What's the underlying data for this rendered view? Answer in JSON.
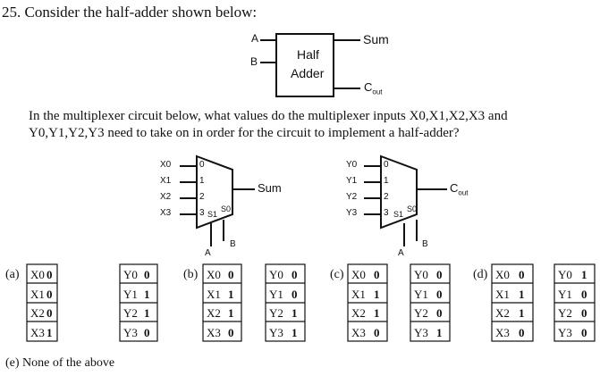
{
  "question": {
    "number": "25.",
    "title": "Consider the half-adder shown below:",
    "body_line1": "In the multiplexer circuit below, what values do the multiplexer inputs X0,X1,X2,X3 and",
    "body_line2": "Y0,Y1,Y2,Y3 need to take on in order for the circuit to implement a half-adder?"
  },
  "half_adder": {
    "label_line1": "Half",
    "label_line2": "Adder",
    "input_a": "A",
    "input_b": "B",
    "output_sum": "Sum",
    "output_cout": "C",
    "output_cout_sub": "out"
  },
  "mux_x": {
    "inputs": [
      "X0",
      "X1",
      "X2",
      "X3"
    ],
    "numbers": [
      "0",
      "1",
      "2",
      "3"
    ],
    "select_labels": [
      "S1",
      "S0"
    ],
    "select_inputs": [
      "A",
      "B"
    ],
    "output": "Sum"
  },
  "mux_y": {
    "inputs": [
      "Y0",
      "Y1",
      "Y2",
      "Y3"
    ],
    "numbers": [
      "0",
      "1",
      "2",
      "3"
    ],
    "select_labels": [
      "S1",
      "S0"
    ],
    "select_inputs": [
      "A",
      "B"
    ],
    "output": "C",
    "output_sub": "out"
  },
  "options": [
    {
      "letter": "(a)",
      "x": [
        [
          "X0",
          "0"
        ],
        [
          "X1",
          "0"
        ],
        [
          "X2",
          "0"
        ],
        [
          "X3",
          "1"
        ]
      ],
      "y": [
        [
          "Y0",
          "0"
        ],
        [
          "Y1",
          "1"
        ],
        [
          "Y2",
          "1"
        ],
        [
          "Y3",
          "0"
        ]
      ]
    },
    {
      "letter": "(b)",
      "x": [
        [
          "X0",
          "0"
        ],
        [
          "X1",
          "1"
        ],
        [
          "X2",
          "1"
        ],
        [
          "X3",
          "0"
        ]
      ],
      "y": [
        [
          "Y0",
          "0"
        ],
        [
          "Y1",
          "0"
        ],
        [
          "Y2",
          "1"
        ],
        [
          "Y3",
          "1"
        ]
      ]
    },
    {
      "letter": "(c)",
      "x": [
        [
          "X0",
          "0"
        ],
        [
          "X1",
          "1"
        ],
        [
          "X2",
          "1"
        ],
        [
          "X3",
          "0"
        ]
      ],
      "y": [
        [
          "Y0",
          "0"
        ],
        [
          "Y1",
          "0"
        ],
        [
          "Y2",
          "0"
        ],
        [
          "Y3",
          "1"
        ]
      ]
    },
    {
      "letter": "(d)",
      "x": [
        [
          "X0",
          "0"
        ],
        [
          "X1",
          "1"
        ],
        [
          "X2",
          "1"
        ],
        [
          "X3",
          "0"
        ]
      ],
      "y": [
        [
          "Y0",
          "1"
        ],
        [
          "Y1",
          "0"
        ],
        [
          "Y2",
          "0"
        ],
        [
          "Y3",
          "0"
        ]
      ]
    }
  ],
  "option_e": "(e) None of the above"
}
